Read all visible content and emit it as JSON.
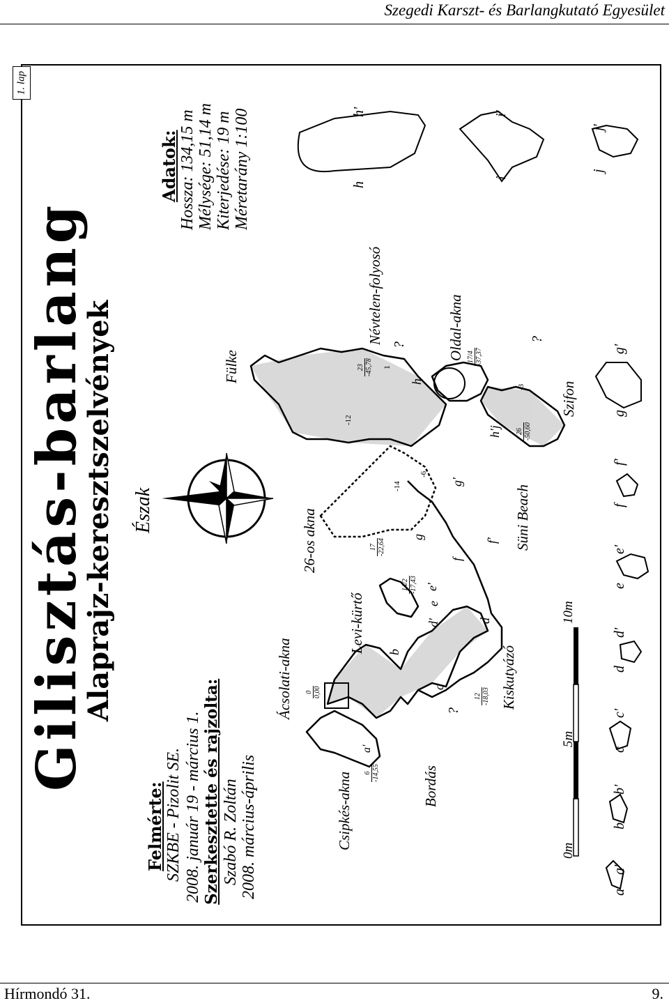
{
  "header": {
    "org": "Szegedi Karszt- és Barlangkutató Egyesület"
  },
  "footer": {
    "publication": "Hírmondó 31.",
    "page": "9."
  },
  "sheet_label": "1. lap",
  "title": "Gilisztás-barlang",
  "subtitle": "Alaprajz-keresztszelvények",
  "survey": {
    "heading": "Felmérte:",
    "by": "SZKBE - Pizolit SE.",
    "date": "2008. január 19 - március 1.",
    "drawn_heading": "Szerkesztette és rajzolta:",
    "drawn_by": "Szabó R. Zoltán",
    "drawn_date": "2008. március-április"
  },
  "data_box": {
    "heading": "Adatok:",
    "length": "Hossza: 134,15 m",
    "depth": "Mélysége: 51,14 m",
    "extent": "Kiterjedése: 19 m",
    "scale": "Méretarány 1:100"
  },
  "compass": {
    "label": "Észak"
  },
  "place_labels": {
    "csipkes_akna": "Csipkés-akna",
    "bordas": "Bordás",
    "acsolati_akna": "Ácsolati-akna",
    "kiskutyazo": "Kiskutyázó",
    "levi_kurto": "Levi-kürtő",
    "akna_26": "26-os akna",
    "suni_beach": "Süni Beach",
    "fulke": "Fülke",
    "nevtelen_folyoso": "Névtelen-folyosó",
    "oldal_akna": "Oldal-akna",
    "szifon": "Szifon"
  },
  "scale_bar": {
    "zero": "0m",
    "five": "5m",
    "ten": "10m"
  },
  "depth_marks": [
    {
      "n": "0",
      "d": "0,00"
    },
    {
      "n": "6",
      "d": "-14,55"
    },
    {
      "n": "12",
      "d": "-18,03"
    },
    {
      "n": "14/2",
      "d": "-17,43"
    },
    {
      "n": "17",
      "d": "-22,64"
    },
    {
      "n": "23",
      "d": "-45,78"
    },
    {
      "n": "17/4",
      "d": "-37,37"
    },
    {
      "n": "26",
      "d": "-50,60"
    }
  ],
  "inner_marks": {
    "m12": "-12",
    "m14": "-14",
    "m6": "-6",
    "m1": "1",
    "m3": "-3"
  },
  "sections": [
    {
      "a": "a",
      "b": "a'"
    },
    {
      "a": "b",
      "b": "b'"
    },
    {
      "a": "c",
      "b": "c'"
    },
    {
      "a": "d",
      "b": "d'"
    },
    {
      "a": "e",
      "b": "e'"
    },
    {
      "a": "f",
      "b": "f'"
    },
    {
      "a": "g",
      "b": "g'"
    },
    {
      "a": "h",
      "b": "h'"
    },
    {
      "a": "i",
      "b": "i'"
    },
    {
      "a": "j",
      "b": "j'"
    }
  ],
  "map_letters": {
    "a1": "a'",
    "b1": "b",
    "c1": "c",
    "d1": "d",
    "d2": "d'",
    "e1": "e",
    "e2": "e'",
    "f1": "f",
    "f2": "f'",
    "g1": "g",
    "g2": "g'",
    "h1": "h",
    "hj": "h'j",
    "j1": "j'",
    "q": "?"
  }
}
